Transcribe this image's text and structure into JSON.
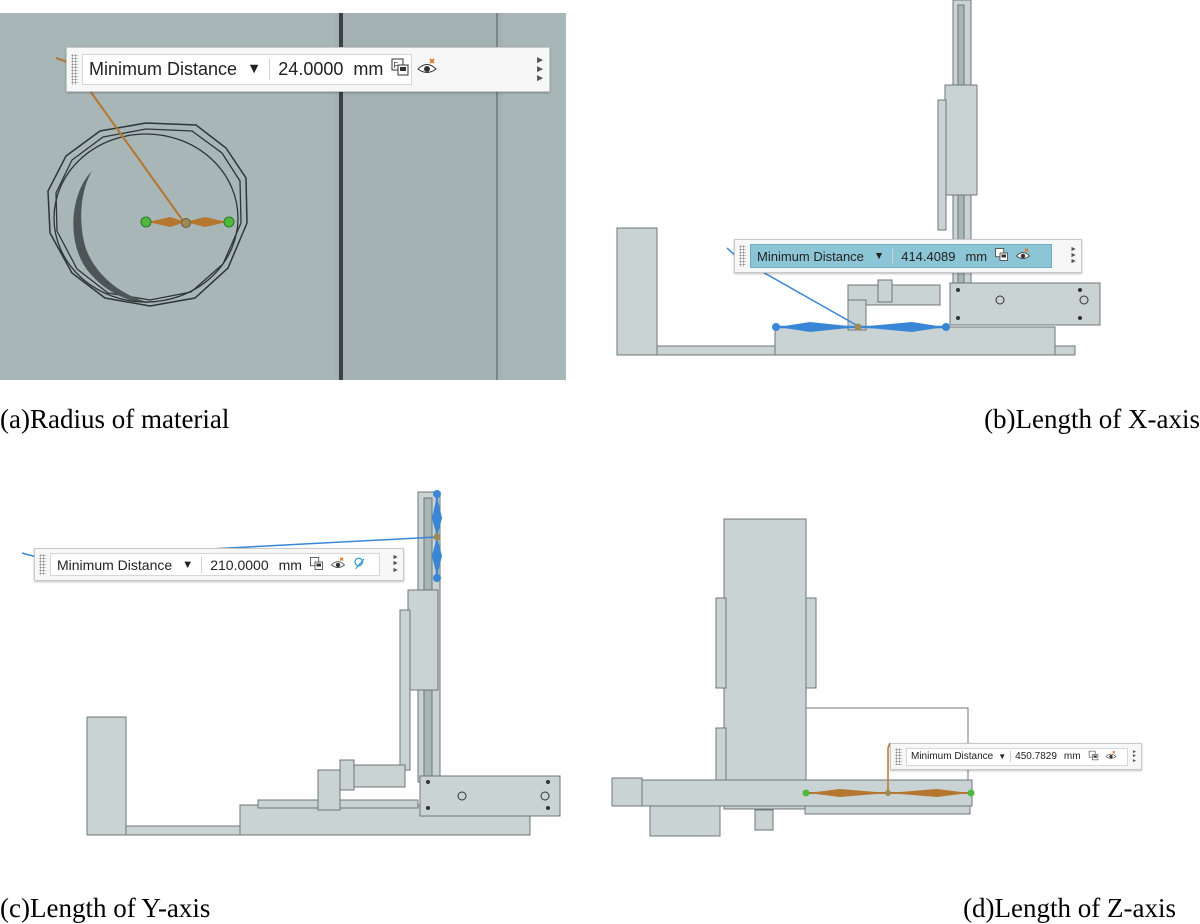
{
  "panels": [
    {
      "id": "a",
      "caption": "(a)Radius of material",
      "toolbar": {
        "label": "Minimum Distance",
        "dropdown_glyph": "▼",
        "value": "24.0000",
        "unit": "mm",
        "highlighted": false,
        "icons": [
          "save-measure-icon",
          "visibility-icon"
        ]
      }
    },
    {
      "id": "b",
      "caption": "(b)Length of X-axis",
      "toolbar": {
        "label": "Minimum Distance",
        "dropdown_glyph": "▼",
        "value": "414.4089",
        "unit": "mm",
        "highlighted": true,
        "icons": [
          "save-measure-icon",
          "visibility-icon"
        ]
      }
    },
    {
      "id": "c",
      "caption": "(c)Length of Y-axis",
      "toolbar": {
        "label": "Minimum Distance",
        "dropdown_glyph": "▼",
        "value": "210.0000",
        "unit": "mm",
        "highlighted": false,
        "icons": [
          "save-measure-icon",
          "visibility-icon",
          "measure-link-icon"
        ]
      }
    },
    {
      "id": "d",
      "caption": "(d)Length of Z-axis",
      "toolbar": {
        "label": "Minimum Distance",
        "dropdown_glyph": "▼",
        "value": "450.7829",
        "unit": "mm",
        "highlighted": false,
        "icons": [
          "save-measure-icon",
          "visibility-icon"
        ]
      }
    }
  ],
  "colors": {
    "viewport_bg": "#a8b6b7",
    "model_fill": "#c9d3d4",
    "model_stroke": "#6f7778",
    "measure_orange": "#b5762f",
    "measure_blue": "#3a86d6",
    "point_green": "#4fb83f",
    "toolbar_highlight": "#8cc6d6"
  }
}
